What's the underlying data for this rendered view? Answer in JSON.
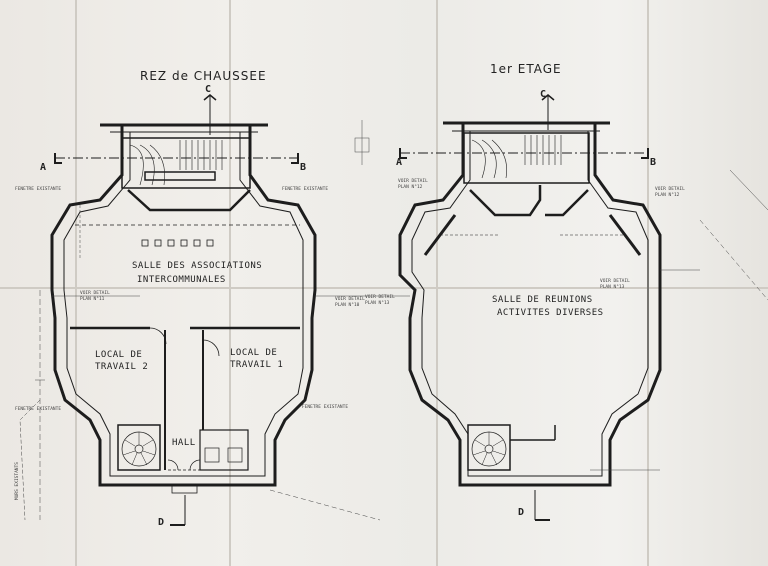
{
  "plan_left": {
    "title": "REZ de CHAUSSEE",
    "rooms": {
      "main_hall": [
        "SALLE DES ASSOCIATIONS",
        "INTERCOMMUNALES"
      ],
      "office_left": [
        "LOCAL DE",
        "TRAVAIL 2"
      ],
      "office_right": [
        "LOCAL DE",
        "TRAVAIL 1"
      ],
      "hall": "HALL"
    },
    "notes": {
      "detail_left": [
        "VOIR DETAIL",
        "PLAN N°11"
      ],
      "detail_center": [
        "VOIR DETAIL",
        "PLAN N°10"
      ],
      "window_left": "FENETRE EXISTANTE",
      "window_right": "FENETRE EXISTANTE",
      "window_bottom_left": "FENETRE EXISTANTE",
      "window_bottom_right": "FENETRE EXISTANTE",
      "walls_bottom": "MURS EXISTANTS"
    }
  },
  "plan_right": {
    "title": "1er ETAGE",
    "rooms": {
      "main_hall": [
        "SALLE DE REUNIONS",
        "ACTIVITES DIVERSES"
      ]
    },
    "notes": {
      "detail_left": [
        "VOIR DETAIL",
        "PLAN N°12"
      ],
      "detail_center": [
        "VOIR DETAIL",
        "PLAN N°13"
      ],
      "detail_right": [
        "VOIR DETAIL",
        "PLAN N°12"
      ],
      "detail_mid": [
        "VOIR DETAIL",
        "PLAN N°13"
      ]
    }
  },
  "section_marks": {
    "a": "A",
    "b": "B",
    "c": "C",
    "d": "D"
  }
}
